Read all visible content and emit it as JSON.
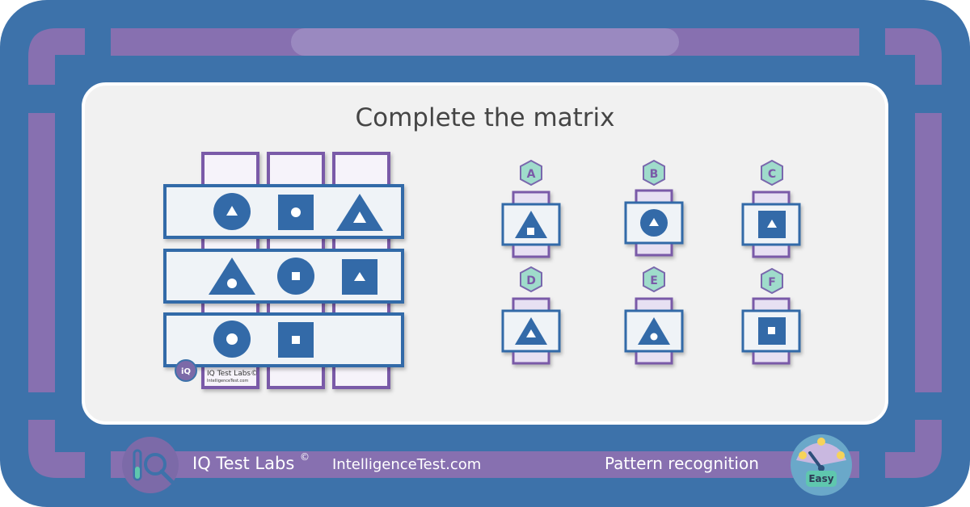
{
  "title": "Complete the matrix",
  "brand": "IQ Test Labs",
  "copyright_symbol": "©",
  "website": "IntelligenceTest.com",
  "category": "Pattern recognition",
  "difficulty": "Easy",
  "watermark": {
    "brand": "IQ Test Labs©",
    "website": "IntelligenceTest.com"
  },
  "logo_letters": "iQ",
  "matrix": {
    "rows": [
      [
        "circle-with-triangle",
        "square-with-circle",
        "triangle-with-triangle"
      ],
      [
        "triangle-with-circle",
        "circle-with-square",
        "square-with-triangle"
      ],
      [
        "circle-with-circle",
        "square-with-square",
        "missing"
      ]
    ]
  },
  "options": [
    {
      "label": "A",
      "figure": "triangle-with-square"
    },
    {
      "label": "B",
      "figure": "circle-with-triangle"
    },
    {
      "label": "C",
      "figure": "square-with-triangle"
    },
    {
      "label": "D",
      "figure": "triangle-with-triangle"
    },
    {
      "label": "E",
      "figure": "triangle-with-circle"
    },
    {
      "label": "F",
      "figure": "square-with-square"
    }
  ],
  "colors": {
    "frame_blue": "#3d72aa",
    "frame_purple": "#8770b0",
    "shape_blue": "#336aa8",
    "cell_fill": "#eff3f7",
    "hex_fill": "#9fdccb",
    "hex_border": "#7a68ad"
  }
}
